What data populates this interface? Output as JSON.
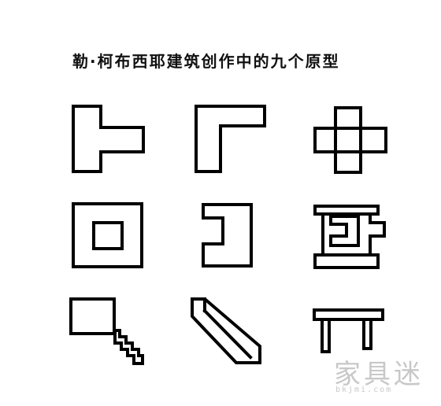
{
  "title": "勒·柯布西耶建筑创作中的九个原型",
  "watermark": {
    "text": "家具迷",
    "url": "bkjmi.com"
  },
  "prototypes": [
    {
      "id": 1,
      "shape": "t-shape"
    },
    {
      "id": 2,
      "shape": "l-shape"
    },
    {
      "id": 3,
      "shape": "cross-shape"
    },
    {
      "id": 4,
      "shape": "square-in-square"
    },
    {
      "id": 5,
      "shape": "c-shape"
    },
    {
      "id": 6,
      "shape": "stepped-bracket"
    },
    {
      "id": 7,
      "shape": "square-with-stair"
    },
    {
      "id": 8,
      "shape": "diagonal-ramp"
    },
    {
      "id": 9,
      "shape": "table-form"
    }
  ],
  "colors": {
    "stroke": "#000000",
    "background": "#ffffff",
    "watermark": "#c8c8c8"
  }
}
